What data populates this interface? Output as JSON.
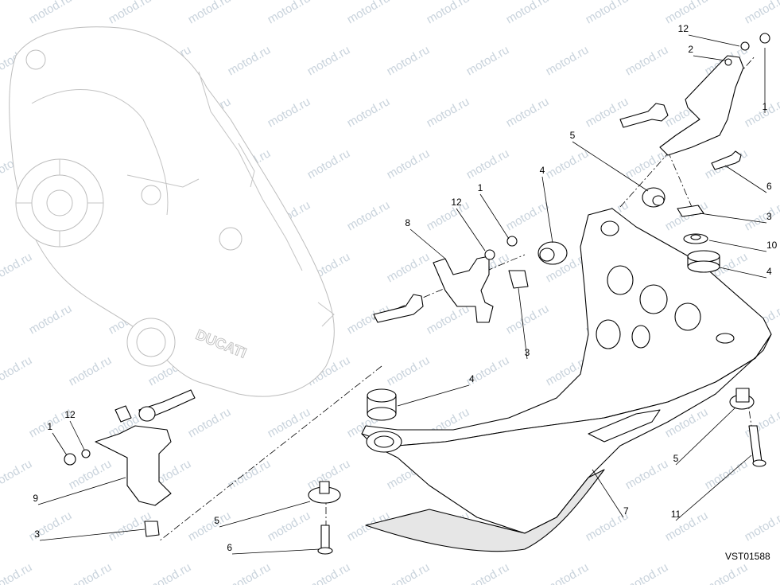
{
  "watermark": "motod.ru",
  "drawing_code": "VST01588",
  "callouts": [
    {
      "n": "12"
    },
    {
      "n": "2"
    },
    {
      "n": "1"
    },
    {
      "n": "5"
    },
    {
      "n": "6"
    },
    {
      "n": "3"
    },
    {
      "n": "10"
    },
    {
      "n": "4"
    },
    {
      "n": "8"
    },
    {
      "n": "12"
    },
    {
      "n": "1"
    },
    {
      "n": "4"
    },
    {
      "n": "3"
    },
    {
      "n": "4"
    },
    {
      "n": "1"
    },
    {
      "n": "12"
    },
    {
      "n": "9"
    },
    {
      "n": "3"
    },
    {
      "n": "5"
    },
    {
      "n": "6"
    },
    {
      "n": "7"
    },
    {
      "n": "5"
    },
    {
      "n": "11"
    }
  ],
  "colors": {
    "line": "#000000",
    "cover": "#bdbdbd",
    "watermark": "#c9d3dc"
  }
}
